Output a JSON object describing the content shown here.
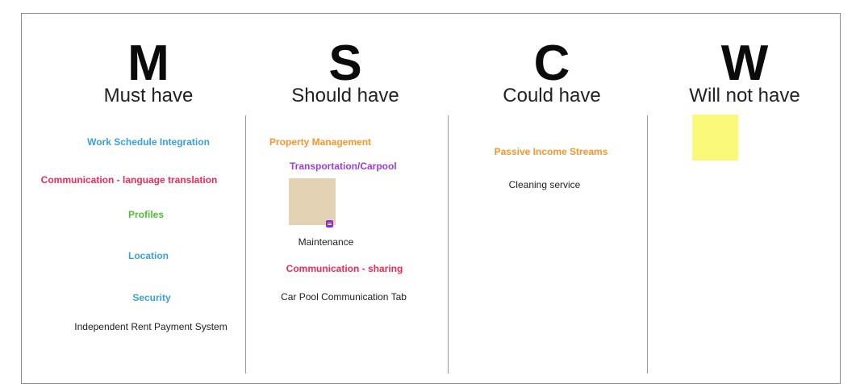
{
  "colors": {
    "blue": "#3aa0d8",
    "red": "#ee2a55",
    "green": "#4fbd3a",
    "orange": "#f7972b",
    "purple": "#9b3fd6",
    "text": "#1e1e1e",
    "sticky_tan": "#e3d3b4",
    "sticky_yellow": "#fbf97a",
    "comment_badge": "#8a2be2"
  },
  "columns": [
    {
      "letter": "M",
      "title": "Must have"
    },
    {
      "letter": "S",
      "title": "Should have"
    },
    {
      "letter": "C",
      "title": "Could have"
    },
    {
      "letter": "W",
      "title": "Will not have"
    }
  ],
  "must": {
    "work_schedule": "Work Schedule Integration",
    "comm_translation": "Communication - language translation",
    "profiles": "Profiles",
    "location": "Location",
    "security": "Security",
    "rent_payment": "Independent Rent Payment System"
  },
  "should": {
    "property_mgmt": "Property Management",
    "transportation": "Transportation/Carpool",
    "maintenance": "Maintenance",
    "comm_sharing": "Communication - sharing",
    "car_pool_tab": "Car Pool Communication Tab"
  },
  "could": {
    "passive_income": "Passive Income Streams",
    "cleaning": "Cleaning service"
  },
  "sticky_notes": [
    {
      "color": "tan",
      "has_comment": true
    },
    {
      "color": "yellow",
      "has_comment": false
    }
  ]
}
